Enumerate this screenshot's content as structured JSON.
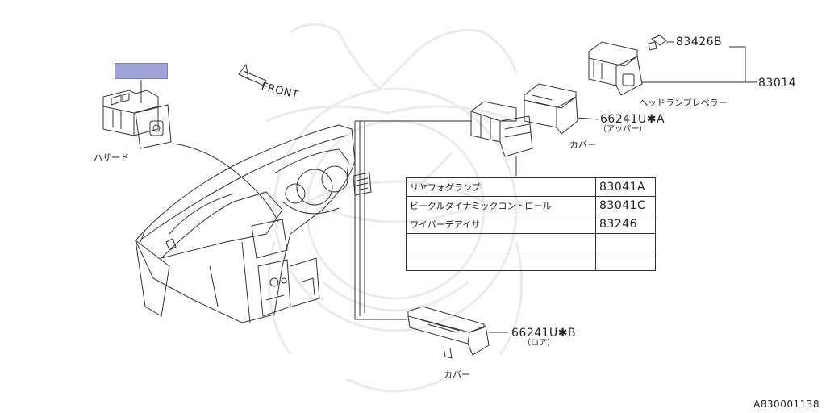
{
  "hazard": {
    "label": "ハザード"
  },
  "front_label": "FRONT",
  "headlamp_leveler": {
    "part_bolt": "83426B",
    "part_switch": "83014",
    "label": "ヘッドランプレベラー"
  },
  "cover_upper": {
    "part": "66241U✱A",
    "sub": "（アッパー）",
    "label": "カバー"
  },
  "cover_lower": {
    "part": "66241U✱B",
    "sub": "（ロア）",
    "label": "カバー"
  },
  "switch_table": {
    "rows": [
      {
        "name": "リヤフォグランプ",
        "part": "83041A"
      },
      {
        "name": "ビークルダイナミックコントロール",
        "part": "83041C"
      },
      {
        "name": "ワイパーデアイサ",
        "part": "83246"
      },
      {
        "name": "",
        "part": ""
      },
      {
        "name": "",
        "part": ""
      }
    ]
  },
  "reference_code": "A830001138",
  "colors": {
    "line": "#333333",
    "highlight": "#9fa3d8",
    "watermark": "#ebebeb"
  }
}
